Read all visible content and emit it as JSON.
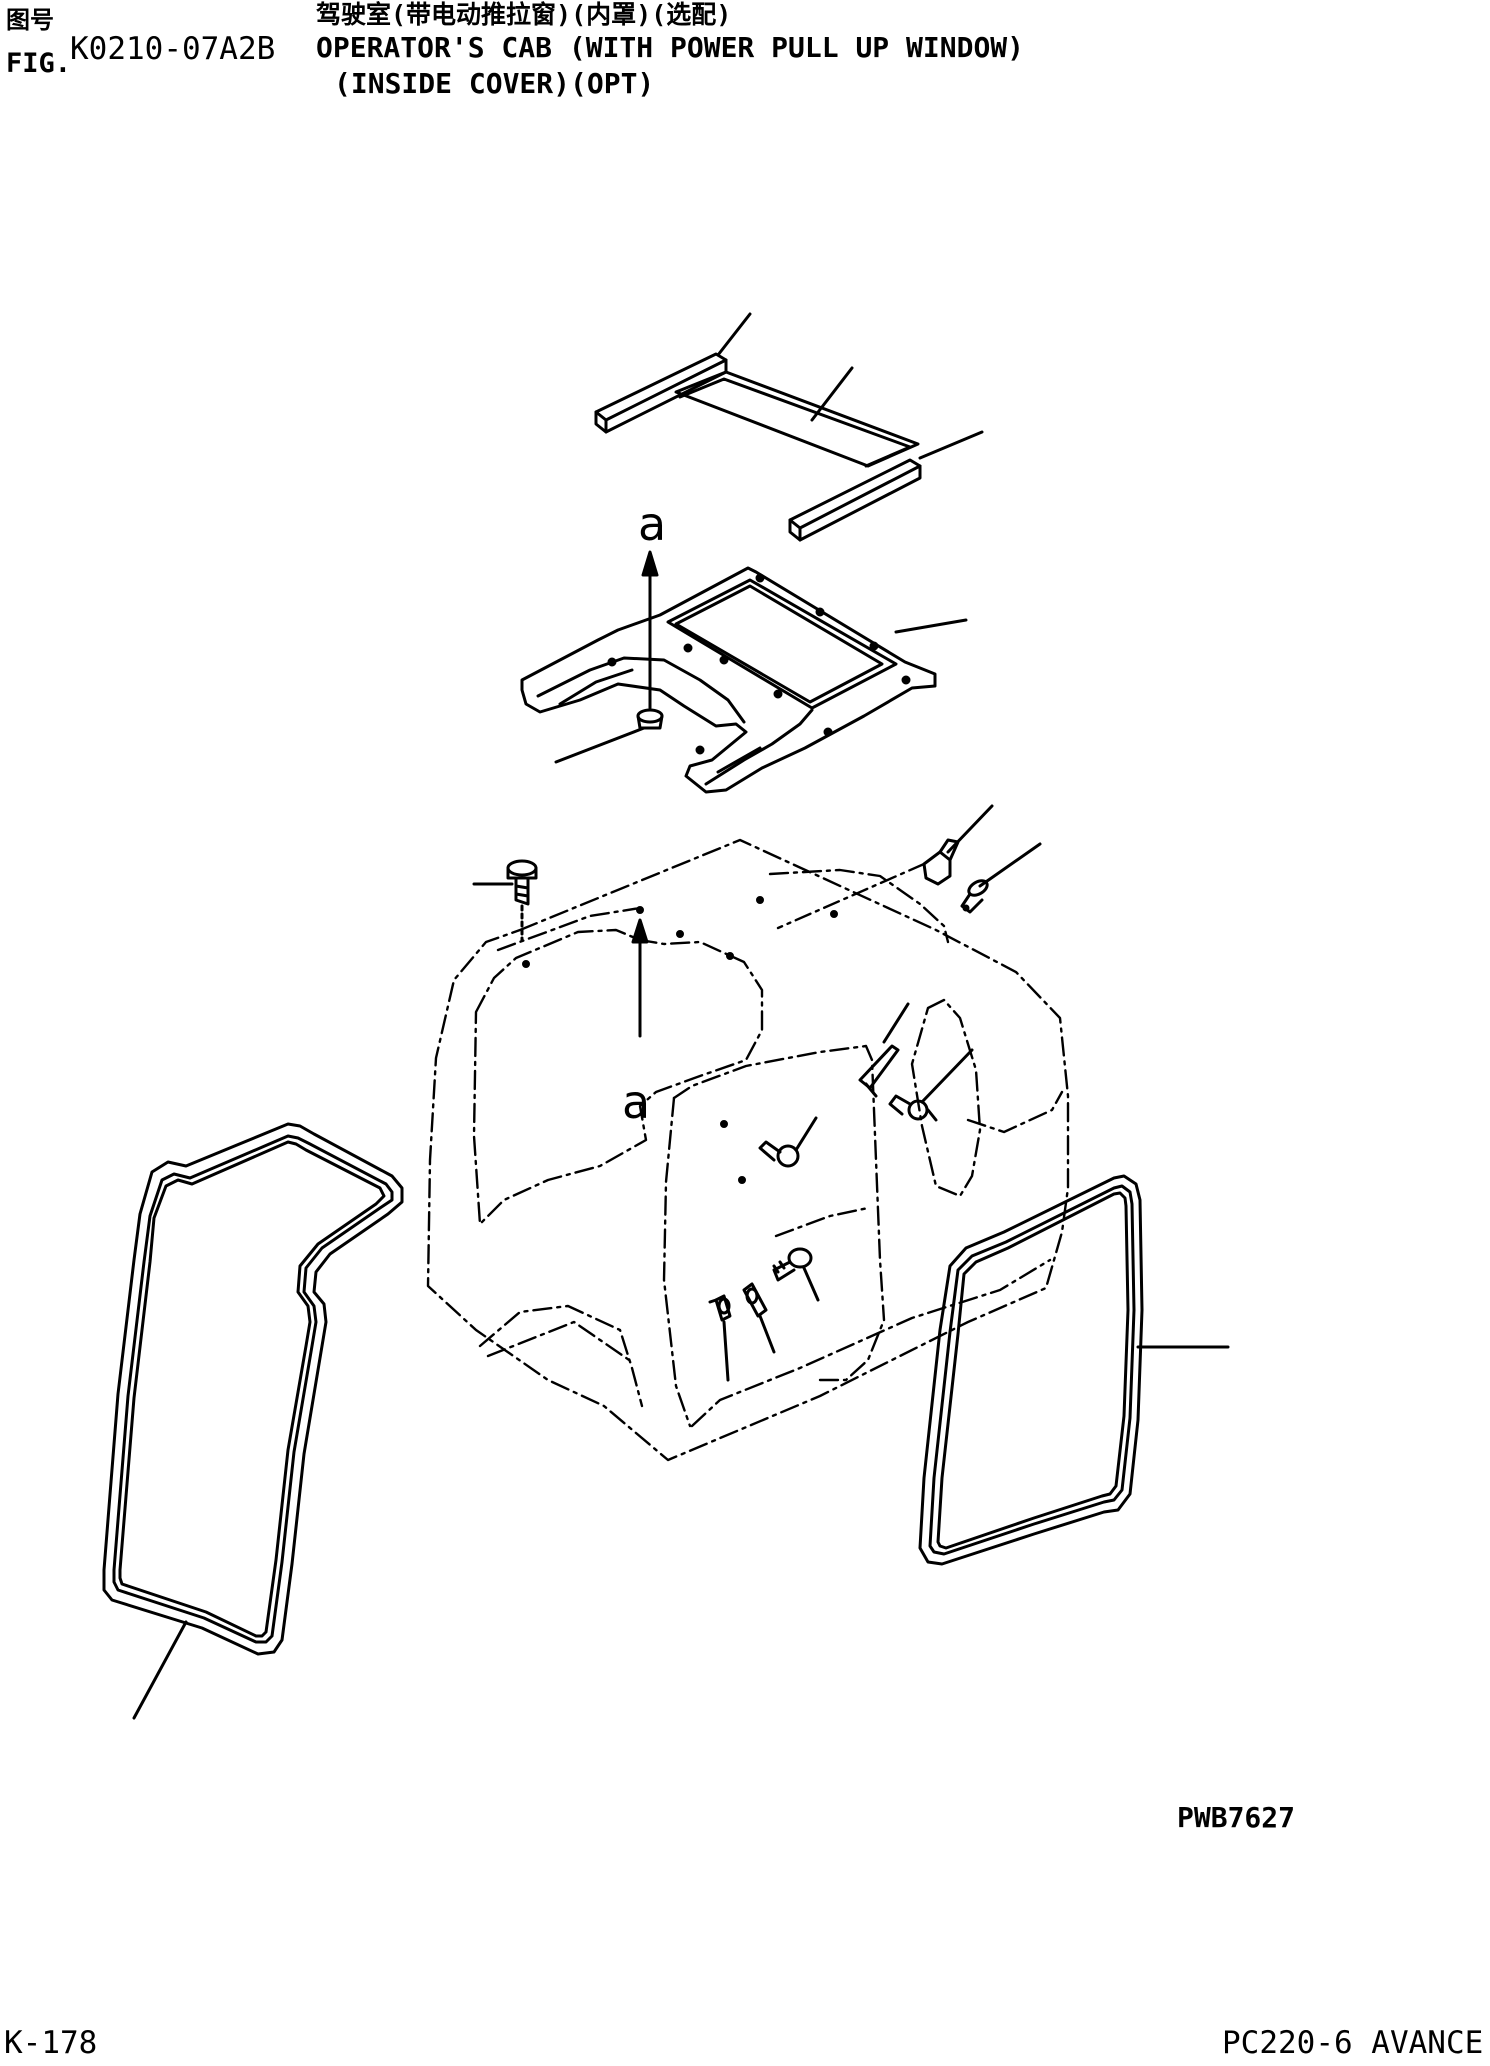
{
  "header": {
    "fig_label_cn": "图号",
    "fig_label_en": "FIG.",
    "fig_number": "K0210-07A2B",
    "title_cn": "驾驶室(带电动推拉窗)(内罩)(选配)",
    "title_en_line1": "OPERATOR'S CAB (WITH POWER PULL UP WINDOW)",
    "title_en_line2": "(INSIDE COVER)(OPT)"
  },
  "drawing": {
    "callout_letter_top": "a",
    "callout_letter_bottom": "a",
    "line_color": "#000000",
    "parts": [
      "roof-side-rail-left",
      "roof-liner-pad",
      "roof-side-rail-right",
      "roof-inner-cover-panel",
      "roof-cover-fastener",
      "cab-body-phantom",
      "top-left-bolt",
      "top-right-clip",
      "top-right-screw",
      "rear-window-clip",
      "pillar-screw-upper",
      "pillar-screw-left",
      "lower-bolt",
      "lower-bracket-left",
      "lower-bracket-right",
      "left-window-seal",
      "right-window-seal"
    ]
  },
  "footer": {
    "illustration_code": "PWB7627",
    "page_number": "K-178",
    "model": "PC220-6 AVANCE"
  }
}
